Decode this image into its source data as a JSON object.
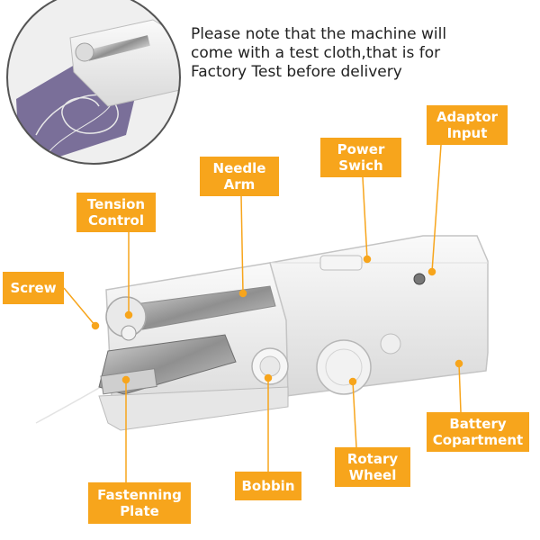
{
  "note": "Please note that the machine will come with a test cloth,that is for Factory Test before delivery",
  "labels": {
    "adaptor_input": "Adaptor\nInput",
    "power_switch": "Power\nSwich",
    "needle_arm": "Needle\nArm",
    "tension_control": "Tension\nControl",
    "screw": "Screw",
    "battery_compartment": "Battery\nCopartment",
    "rotary_wheel": "Rotary\nWheel",
    "bobbin": "Bobbin",
    "fastening_plate": "Fastenning\nPlate"
  },
  "colors": {
    "label_bg": "#f7a51c",
    "label_text": "#ffffff",
    "machine_body": "#eeeeee",
    "cloth": "#7a6f99"
  }
}
